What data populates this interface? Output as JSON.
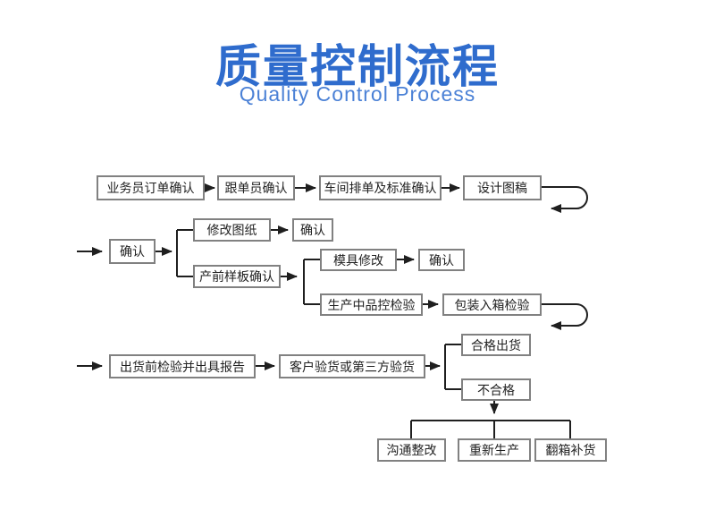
{
  "header": {
    "title": "质量控制流程",
    "subtitle": "Quality Control Process"
  },
  "colors": {
    "title_blue": "#2f6ccd",
    "subtitle_blue": "#4b81d6",
    "box_border": "#818181",
    "line": "#1f1f1f",
    "background": "#ffffff"
  },
  "nodes": {
    "order_confirm": "业务员订单确认",
    "follow_up_confirm": "跟单员确认",
    "workshop_schedule": "车间排单及标准确认",
    "design_draft": "设计图稿",
    "confirm_a": "确认",
    "modify_drawing": "修改图纸",
    "confirm_b": "确认",
    "presample_confirm": "产前样板确认",
    "mold_modify": "模具修改",
    "confirm_c": "确认",
    "production_qc": "生产中品控检验",
    "packing_inspect": "包装入箱检验",
    "preshipment_report": "出货前检验并出具报告",
    "customer_inspect": "客户验货或第三方验货",
    "qualified_ship": "合格出货",
    "unqualified": "不合格",
    "communicate_fix": "沟通整改",
    "reproduce": "重新生产",
    "rebox_replenish": "翻箱补货"
  }
}
